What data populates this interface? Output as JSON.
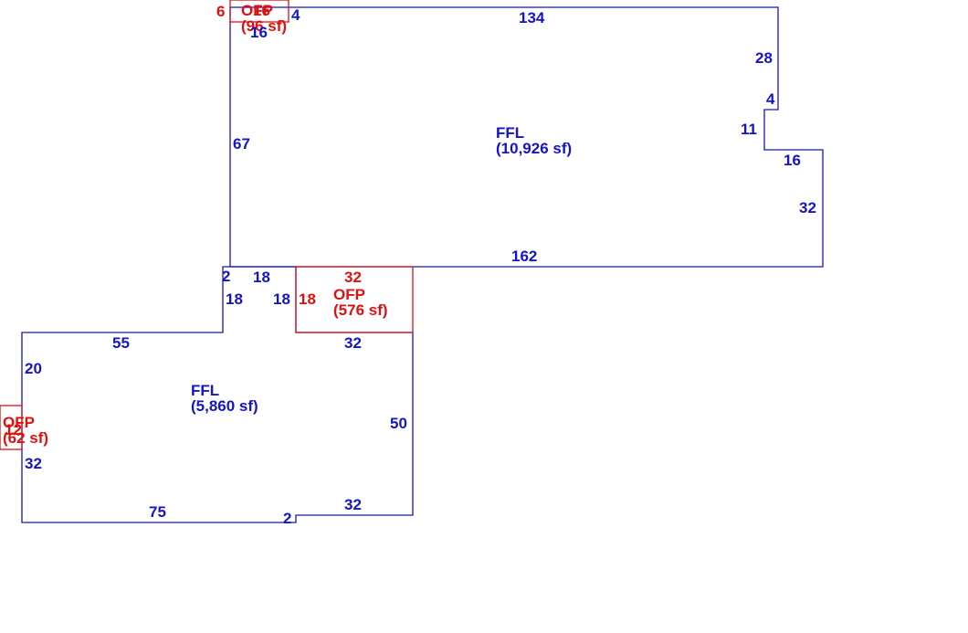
{
  "colors": {
    "dwelling": "#1414c8",
    "porch": "#e01010",
    "background": "#ffffff"
  },
  "areas": {
    "upper_ffl": {
      "code": "FFL",
      "area": "(10,926 sf)"
    },
    "lower_ffl": {
      "code": "FFL",
      "area": "(5,860 sf)"
    },
    "porch_middle": {
      "code": "OFP",
      "area": "(576 sf)"
    },
    "porch_top": {
      "code": "OFP",
      "area": "(96 sf)"
    },
    "porch_left": {
      "code": "OFP",
      "area": "(62 sf)"
    }
  },
  "dimensions": {
    "top_134": "134",
    "right_28": "28",
    "notch_4": "4",
    "notch_11": "11",
    "step_16": "16",
    "right_32": "32",
    "bottom_162": "162",
    "left_67": "67",
    "top_jog_4": "4",
    "top_under_16": "16",
    "jog_2": "2",
    "jog_18_top": "18",
    "jog_18_left": "18",
    "jog_18_right": "18",
    "lower_top_55": "55",
    "lower_left_20": "20",
    "lower_left_32": "32",
    "lower_bottom_75": "75",
    "lower_jog_2": "2",
    "lower_bottom_32": "32",
    "lower_right_50": "50",
    "lower_top_32": "32",
    "porch_top_32": "32",
    "porch_left_18": "18",
    "top_porch_6": "6",
    "top_porch_16": "16",
    "left_porch_12": "12"
  }
}
